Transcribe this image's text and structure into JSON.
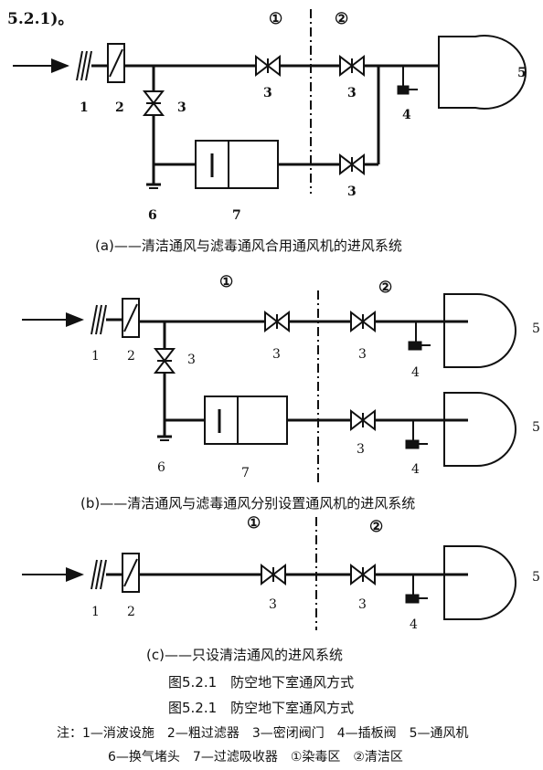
{
  "top_reference": "5.2.1)。",
  "zones": {
    "contaminated": "①",
    "clean": "②"
  },
  "labels": {
    "n1": "1",
    "n2": "2",
    "n3": "3",
    "n4": "4",
    "n5": "5",
    "n6": "6",
    "n7": "7"
  },
  "captions": {
    "a": "(a)——清洁通风与滤毒通风合用通风机的进风系统",
    "b": "(b)——清洁通风与滤毒通风分别设置通风机的进风系统",
    "c": "(c)——只设清洁通风的进风系统"
  },
  "figure_title": "图5.2.1　防空地下室通风方式",
  "figure_title_repeat": "图5.2.1　防空地下室通风方式",
  "notes": {
    "line1": "注：1—消波设施　2—粗过滤器　3—密闭阀门　4—插板阀　5—通风机",
    "line2": "6—换气堵头　7—过滤吸收器　①染毒区　②清洁区"
  },
  "colors": {
    "ink": "#111111",
    "background": "#ffffff"
  }
}
